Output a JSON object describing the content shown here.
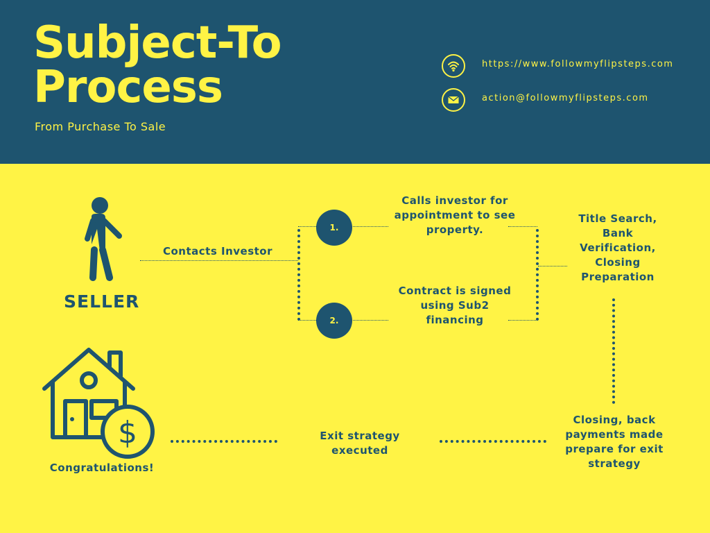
{
  "colors": {
    "navy": "#1E546F",
    "yellow": "#FFF345"
  },
  "header": {
    "title_line1": "Subject-To",
    "title_line2": "Process",
    "subtitle": "From Purchase To Sale",
    "website_icon": "wifi-icon",
    "website": "https://www.followmyflipsteps.com",
    "email_icon": "envelope-icon",
    "email": "action@followmyflipsteps.com"
  },
  "flow": {
    "seller_icon": "person-walking-icon",
    "seller_label": "SELLER",
    "contacts_investor": "Contacts Investor",
    "step1_number": "1.",
    "step1_text": "Calls investor for appointment to see property.",
    "step2_number": "2.",
    "step2_text": "Contract is signed using Sub2 financing",
    "title_search": "Title Search, Bank Verification, Closing Preparation",
    "closing": "Closing, back payments made prepare for exit strategy",
    "exit": "Exit strategy executed",
    "house_icon": "house-dollar-icon",
    "congrats": "Congratulations!"
  }
}
